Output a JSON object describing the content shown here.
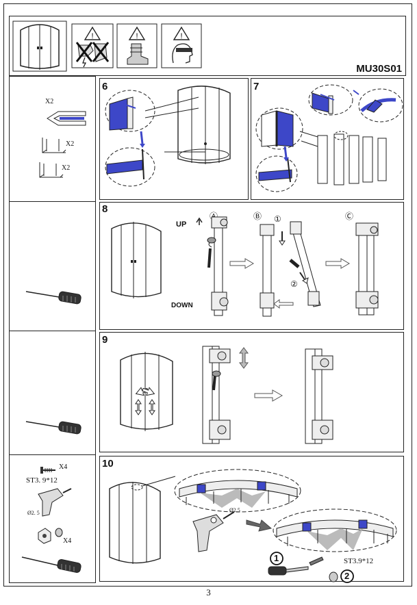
{
  "header": {
    "model_code": "MU30S01",
    "warning_icons": [
      "no-electric-tools-warning-icon",
      "wear-safety-boots-warning-icon",
      "wear-goggles-warning-icon"
    ]
  },
  "parts": {
    "row1": {
      "seal_qty": "X2",
      "bracket_a_qty": "X2",
      "bracket_b_qty": "X2"
    },
    "row4": {
      "screw_qty": "X4",
      "screw_spec": "ST3. 9*12",
      "drill_bit": "Ø2. 5",
      "cap_qty": "X4"
    }
  },
  "steps": {
    "s6": {
      "number": "6"
    },
    "s7": {
      "number": "7"
    },
    "s8": {
      "number": "8",
      "sub_a": "Ⓐ",
      "sub_b": "Ⓑ",
      "sub_c": "Ⓒ",
      "up": "UP",
      "down": "DOWN",
      "c1": "①",
      "c2": "②"
    },
    "s9": {
      "number": "9"
    },
    "s10": {
      "number": "10",
      "drill_size": "Ø2.5",
      "screw_spec": "ST3.9*12",
      "c1": "1",
      "c2": "2"
    }
  },
  "footer": {
    "page_number": "3"
  },
  "colors": {
    "accent_blue": "#3d47c8",
    "line": "#222222",
    "grey_arrow": "#9a9a9a"
  }
}
